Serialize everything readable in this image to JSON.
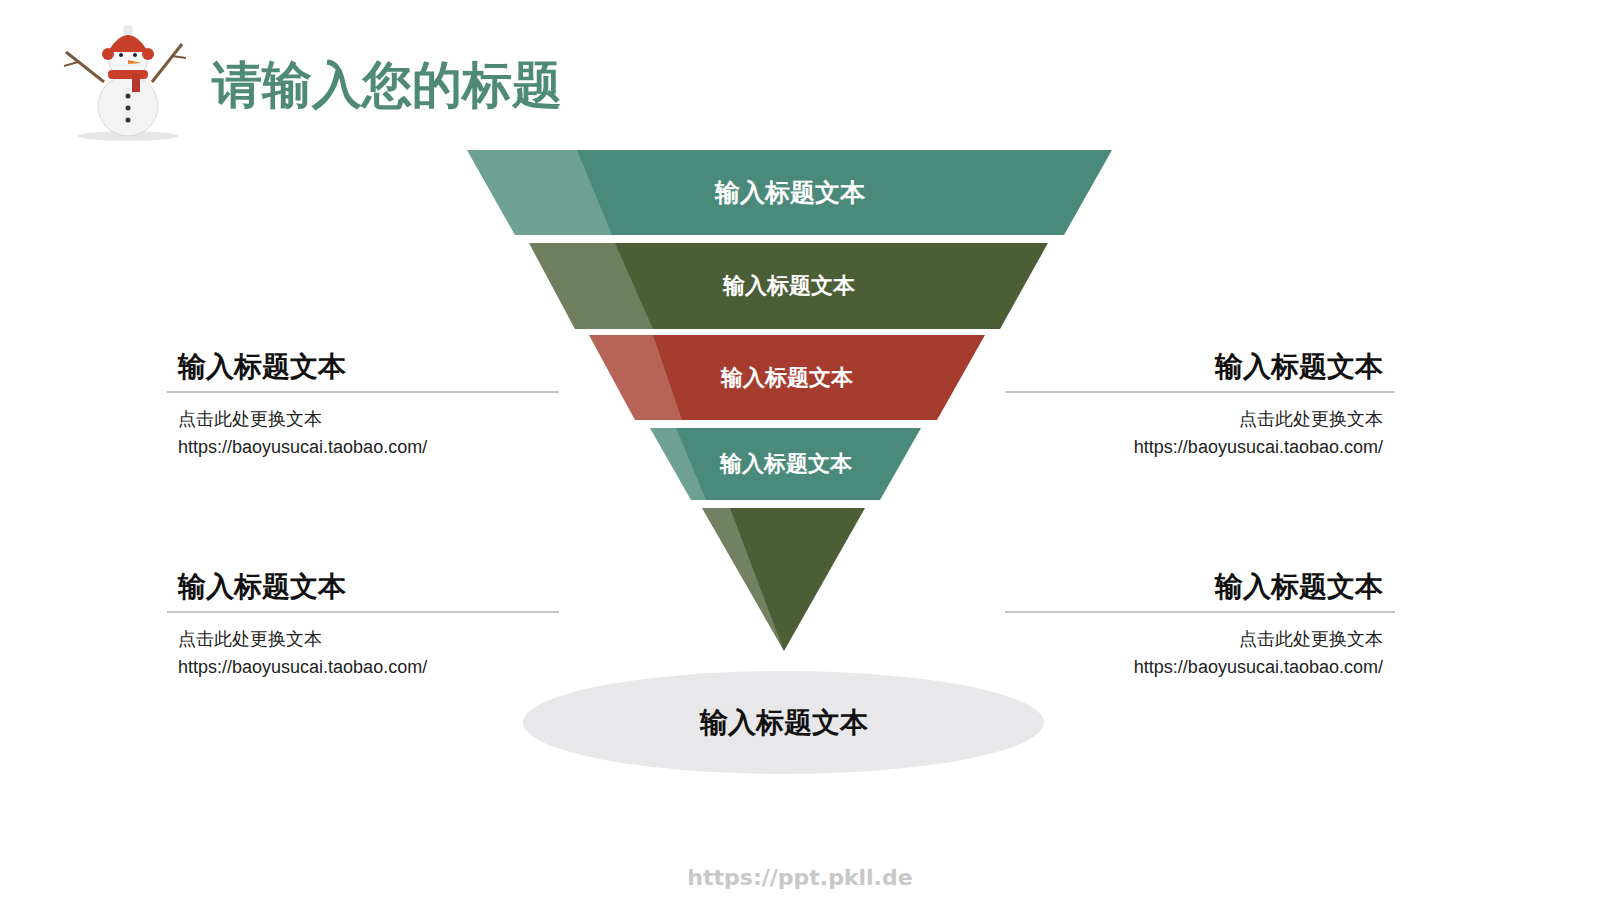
{
  "diagram": {
    "title": "请输入您的标题",
    "nodes": [
      {
        "text": [
          "输入标题文本"
        ]
      },
      {
        "text": [
          "输入标题文本"
        ]
      },
      {
        "text": [
          "输入标题文本"
        ]
      },
      {
        "text": [
          "输入标题文本"
        ]
      },
      {
        "text": [
          "输入标题文本"
        ]
      }
    ],
    "labels": [
      "输入标题文本",
      "点击此处更换文本",
      "https://baoyusucai.taobao.com/",
      "输入标题文本",
      "点击此处更换文本",
      "https://baoyusucai.taobao.com/",
      "输入标题文本",
      "点击此处更换文本",
      "https://baoyusucai.taobao.com/",
      "输入标题文本",
      "点击此处更换文本",
      "https://baoyusucai.taobao.com/",
      "https://ppt.pkll.de"
    ]
  }
}
